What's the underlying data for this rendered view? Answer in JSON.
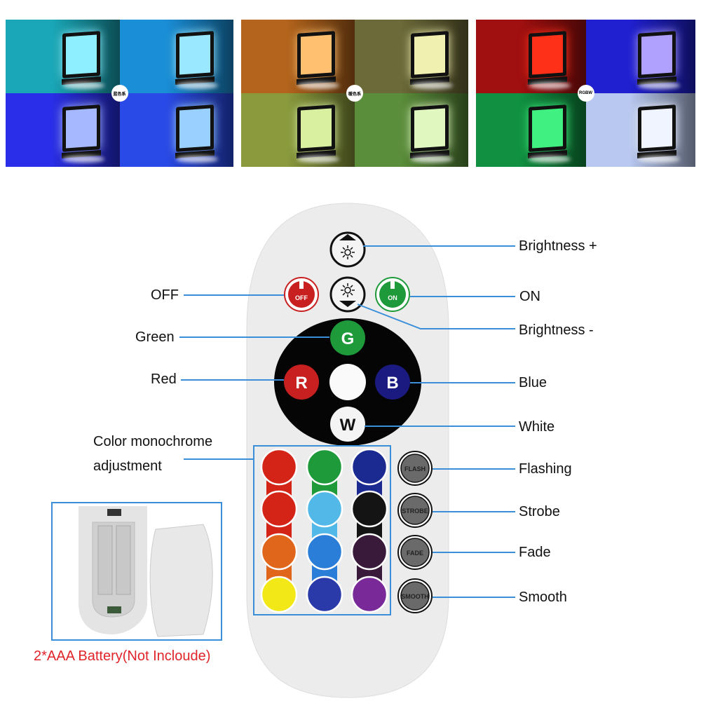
{
  "photo_panels": [
    {
      "badge": "蓝色系",
      "colors": [
        "#1aa8b8",
        "#1a8fd8",
        "#2a2ee8",
        "#2a4ae8"
      ],
      "lamps": [
        "#8ef0ff",
        "#9ae8ff",
        "#a6b8ff",
        "#9ad0ff"
      ]
    },
    {
      "badge": "暖色系",
      "colors": [
        "#b4641c",
        "#6c6a38",
        "#8a9a3c",
        "#5a8e3a"
      ],
      "lamps": [
        "#ffc070",
        "#f0f0b0",
        "#d8f0a0",
        "#e0f8c0"
      ]
    },
    {
      "badge": "RGBW",
      "colors": [
        "#a01010",
        "#2020d0",
        "#109040",
        "#b8c8f0"
      ],
      "lamps": [
        "#ff3018",
        "#b0a0ff",
        "#40f080",
        "#f0f4ff"
      ]
    }
  ],
  "remote": {
    "off_label": "OFF",
    "on_label": "ON",
    "g": "G",
    "r": "R",
    "b": "B",
    "w": "W",
    "color_grid": [
      [
        "#d42418",
        "#1e9a3a",
        "#1a2a90"
      ],
      [
        "#d42418",
        "#52b8e8",
        "#141414"
      ],
      [
        "#e0661c",
        "#2a7ed8",
        "#3a1a3a"
      ],
      [
        "#f2e818",
        "#2a3aa8",
        "#7a2a98"
      ]
    ],
    "mode_buttons": [
      "FLASH",
      "STROBE",
      "FADE",
      "SMOOTH"
    ]
  },
  "callouts": {
    "brightness_up": "Brightness +",
    "off": "OFF",
    "on": "ON",
    "brightness_down": "Brightness -",
    "green": "Green",
    "red": "Red",
    "blue": "Blue",
    "white": "White",
    "color_mono_1": "Color monochrome",
    "color_mono_2": "adjustment",
    "flashing": "Flashing",
    "strobe": "Strobe",
    "fade": "Fade",
    "smooth": "Smooth"
  },
  "battery_caption": "2*AAA Battery(Not Incloude)",
  "accent": "#3a8fd8"
}
